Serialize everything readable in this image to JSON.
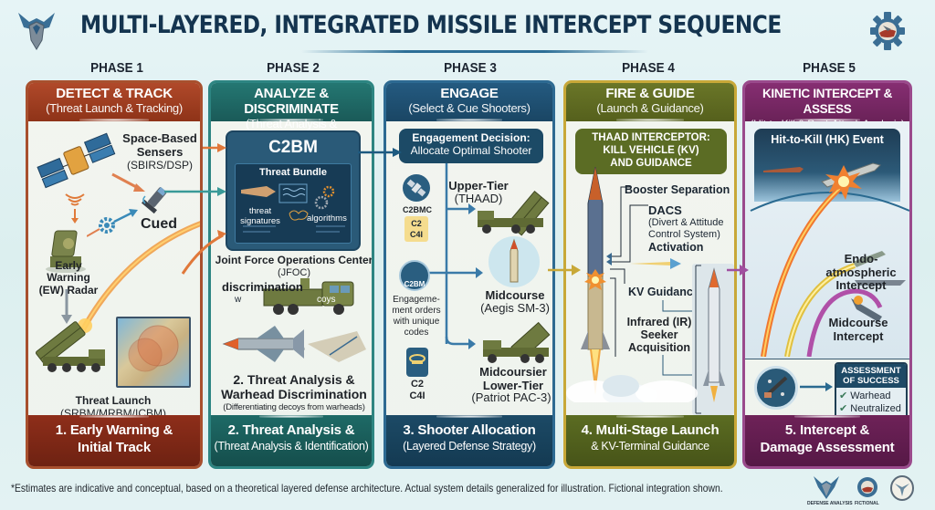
{
  "header": {
    "title": "MULTI-LAYERED, INTEGRATED MISSILE INTERCEPT SEQUENCE",
    "logo_left_icon": "winged-shield-icon",
    "logo_right_icon": "gear-emblem-icon"
  },
  "colors": {
    "phase1": "#9c3a1e",
    "phase2": "#1e6a68",
    "phase3": "#1d4f6e",
    "phase4": "#5d6a1e",
    "phase5": "#7a2a68",
    "title": "#14344f",
    "background": "#e3f2f3"
  },
  "phases": [
    {
      "label": "PHASE 1",
      "title": "DETECT & TRACK",
      "subtitle": "(Threat Launch & Tracking)",
      "footer_title": "1. Early Warning &",
      "footer_title2": "Initial Track",
      "items": {
        "sensors_title": "Space-Based",
        "sensors_title2": "Sensers",
        "sensors_sub": "(SBIRS/DSP)",
        "cued": "Cued",
        "radar_title": "Early Warning",
        "radar_title2": "(EW) Radar",
        "launch_title": "Threat Launch",
        "launch_sub": "(SRBM/MRBM/ICBM)"
      }
    },
    {
      "label": "PHASE 2",
      "title": "ANALYZE & DISCRIMINATE",
      "subtitle": "(Threat Analysis & Identification)",
      "footer_title": "2. Threat Analysis &",
      "footer_sub": "(Threat Analysis & Identification)",
      "items": {
        "c2bm": "C2BM",
        "threat_bundle": "Threat Bundle",
        "threat_signatures": "threat",
        "threat_signatures2": "signatures",
        "algorithms": "algorithms",
        "jfoc": "Joint Force Operations Center",
        "jfoc_sub": "(JFOC)",
        "discrimination": "discrimination",
        "w_label": "w",
        "decoys_label": "coys",
        "analysis_title": "2. Threat Analysis &",
        "analysis_title2": "Warhead Discrimination",
        "analysis_sub": "(Differentiating decoys from warheads)"
      }
    },
    {
      "label": "PHASE 3",
      "title": "ENGAGE",
      "subtitle": "(Select & Cue Shooters)",
      "footer_title": "3. Shooter Allocation",
      "footer_sub": "(Layered Defense Strategy)",
      "items": {
        "decision_title": "Engagement Decision:",
        "decision_sub": "Allocate Optimal Shooter",
        "c2bmc": "C2BMC",
        "c2_c4i_a": "C2",
        "c2_c4i_b": "C4I",
        "c2bm": "C2BM",
        "orders": "Engageme-",
        "orders2": "ment orders",
        "orders3": "with unique",
        "orders4": "codes",
        "c2_bottom": "C2",
        "c4i_bottom": "C4I",
        "upper_tier": "Upper-Tier",
        "upper_tier_sub": "(THAAD)",
        "midcourse": "Midcourse",
        "midcourse_sub": "(Aegis SM-3)",
        "lower_tier": "Midcoursier",
        "lower_tier2": "Lower-Tier",
        "lower_tier_sub": "(Patriot PAC-3)"
      }
    },
    {
      "label": "PHASE 4",
      "title": "FIRE & GUIDE",
      "subtitle": "(Launch & Guidance)",
      "footer_title": "4. Multi-Stage Launch",
      "footer_sub": "& KV-Terminal Guidance",
      "items": {
        "box_line1": "THAAD INTERCEPTOR:",
        "box_line2": "KILL VEHICLE (KV)",
        "box_line3": "AND GUIDANCE",
        "booster": "Booster Separation",
        "dacs": "DACS",
        "dacs_sub1": "(Divert & Attitude",
        "dacs_sub2": "Control System)",
        "activation": "Activation",
        "kv_guidance": "KV Guidance",
        "ir1": "Infrared (IR)",
        "ir2": "Seeker",
        "ir3": "Acquisition"
      }
    },
    {
      "label": "PHASE 5",
      "title": "KINETIC INTERCEPT & ASSESS",
      "subtitle": "(Hit-to-Kill & Post-Attack Analysis)",
      "footer_title": "5. Intercept &",
      "footer_title2": "Damage Assessment",
      "items": {
        "hk_event": "Hit-to-Kill (HK) Event",
        "endo": "Endo-atmospheric",
        "endo2": "Intercept",
        "midcourse": "Midcourse",
        "midcourse2": "Intercept",
        "assess_title": "ASSESSMENT",
        "assess_title2": "OF SUCCESS",
        "check1": "Warhead",
        "check2": "Neutralized"
      }
    }
  ],
  "footer": {
    "note": "*Estimates are indicative and conceptual, based on a theoretical layered defense architecture. Actual system details generalized for illustration. Fictional integration shown.",
    "logo1_caption": "DEFENSE ANALYSIS",
    "logo2_caption": "FICTIONAL"
  }
}
